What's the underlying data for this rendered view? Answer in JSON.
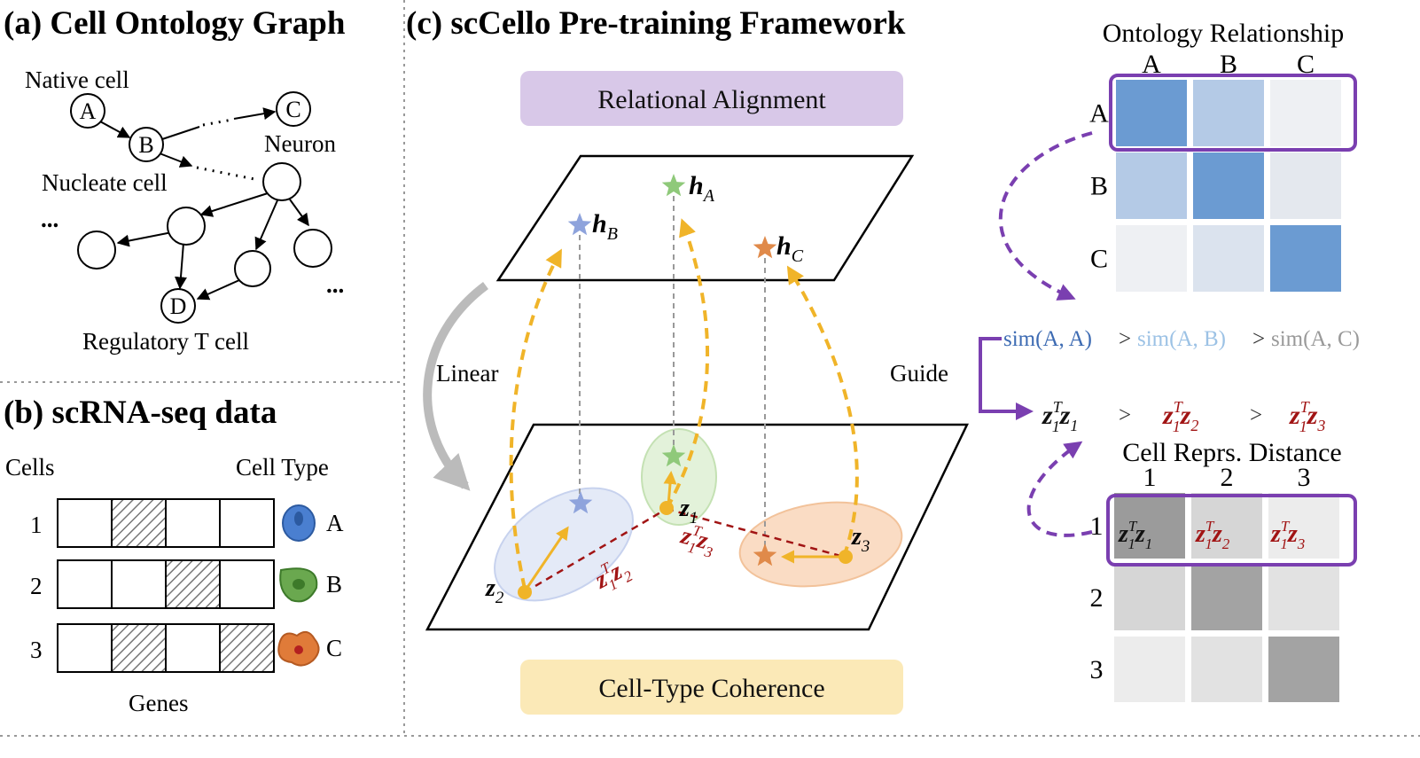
{
  "panels": {
    "a": {
      "title": "(a) Cell Ontology Graph",
      "nodes": [
        "A",
        "B",
        "C",
        "D"
      ],
      "labels": {
        "native": "Native cell",
        "nucleate": "Nucleate cell",
        "neuron": "Neuron",
        "treg": "Regulatory T cell",
        "dots": "..."
      }
    },
    "b": {
      "title": "(b) scRNA-seq data",
      "cells_label": "Cells",
      "celltype_label": "Cell Type",
      "genes_label": "Genes",
      "rows": [
        {
          "index": "1",
          "type": "A",
          "hatched": [
            false,
            true,
            false,
            false
          ],
          "color": "#4a7fd0"
        },
        {
          "index": "2",
          "type": "B",
          "hatched": [
            false,
            false,
            true,
            false
          ],
          "color": "#6aa84f"
        },
        {
          "index": "3",
          "type": "C",
          "hatched": [
            false,
            true,
            false,
            true
          ],
          "color": "#e07b39"
        }
      ]
    },
    "c": {
      "title": "(c) scCello Pre-training Framework",
      "relational_alignment": "Relational Alignment",
      "celltype_coherence": "Cell-Type Coherence",
      "linear": "Linear",
      "guide": "Guide",
      "ontology_title": "Ontology Relationship",
      "ontology_labels": [
        "A",
        "B",
        "C"
      ],
      "ontology_matrix": [
        [
          "#6b9bd2",
          "#b4cae6",
          "#eef0f3"
        ],
        [
          "#b4cae6",
          "#6b9bd2",
          "#e4e8ee"
        ],
        [
          "#eef0f3",
          "#dbe3ee",
          "#6b9bd2"
        ]
      ],
      "distance_title": "Cell Reprs. Distance",
      "distance_labels": [
        "1",
        "2",
        "3"
      ],
      "distance_matrix": [
        [
          "#9b9b9b",
          "#d6d6d6",
          "#ececec"
        ],
        [
          "#d6d6d6",
          "#a3a3a3",
          "#e2e2e2"
        ],
        [
          "#ececec",
          "#e2e2e2",
          "#a3a3a3"
        ]
      ],
      "sim_terms": [
        "sim(A, A)",
        "sim(A, B)",
        "sim(A, C)"
      ],
      "gt": ">",
      "colors": {
        "purple": "#7a3fb0",
        "yellow": "#f0b429",
        "darkred": "#a11414",
        "blue_star": "#8ea3dc",
        "green_star": "#8fc97a",
        "orange_star": "#e08a4a"
      }
    }
  }
}
